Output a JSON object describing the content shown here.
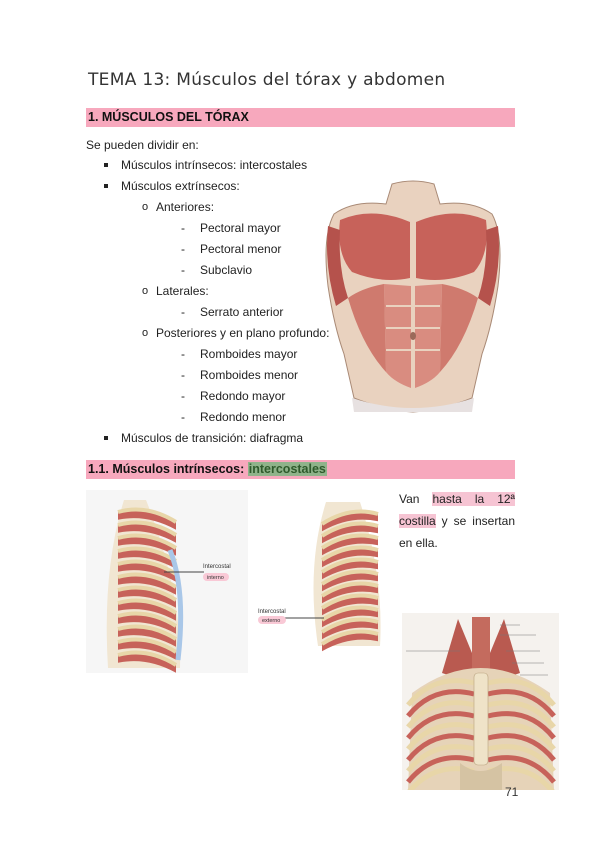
{
  "title": "TEMA 13: Músculos del tórax y abdomen",
  "section1": {
    "heading": "1. MÚSCULOS DEL TÓRAX",
    "intro": "Se pueden dividir en:",
    "items": {
      "intrinsecos": "Músculos intrínsecos: intercostales",
      "extrinsecos": "Músculos extrínsecos:",
      "anteriores": "Anteriores:",
      "pectoral_mayor": "Pectoral mayor",
      "pectoral_menor": "Pectoral menor",
      "subclavio": "Subclavio",
      "laterales": "Laterales:",
      "serrato": "Serrato anterior",
      "posteriores": "Posteriores y en plano profundo:",
      "romboides_mayor": "Romboides mayor",
      "romboides_menor": "Romboides menor",
      "redondo_mayor": "Redondo mayor",
      "redondo_menor": "Redondo menor",
      "transicion": "Músculos de transición: diafragma"
    },
    "bullet_sub": "o",
    "dash": "-"
  },
  "section2": {
    "heading_prefix": "1.1. Músculos intrínsecos: ",
    "heading_highlight": "intercostales",
    "para_1": "Van ",
    "para_hl1": "hasta la 12ª",
    "para_hl2": "costilla",
    "para_2": " y se insertan en ella."
  },
  "figure_labels": {
    "internal_1": "Intercostal",
    "internal_2": "interno",
    "external_1": "Intercostal",
    "external_2": "externo"
  },
  "page_number": "71",
  "colors": {
    "section_bar": "#f7a8bd",
    "highlight_green": "#8fb38a",
    "highlight_pink": "#f6c4d3",
    "muscle": "#c7625a",
    "bone": "#e8d6a8"
  }
}
